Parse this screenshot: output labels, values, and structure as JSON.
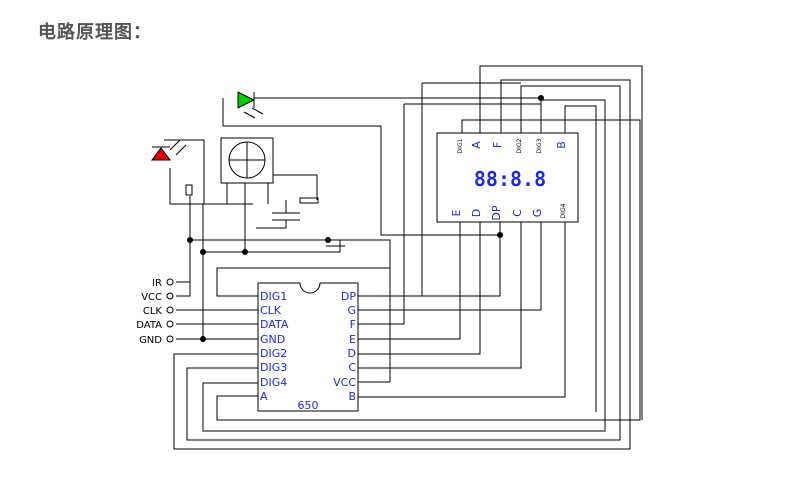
{
  "title": "电路原理图：",
  "chip": {
    "label": "650",
    "left_pins": [
      "DIG1",
      "CLK",
      "DATA",
      "GND",
      "DIG2",
      "DIG3",
      "DIG4",
      "A"
    ],
    "right_pins": [
      "DP",
      "G",
      "F",
      "E",
      "D",
      "C",
      "VCC",
      "B"
    ]
  },
  "terminals": [
    "IR",
    "VCC",
    "CLK",
    "DATA",
    "GND"
  ],
  "display": {
    "readout": "88:8.8",
    "top_labels": [
      "DIG1",
      "A",
      "F",
      "DIG2",
      "DIG3",
      "B"
    ],
    "bottom_labels": [
      "E",
      "D",
      "DP",
      "C",
      "G",
      "DIG4"
    ]
  },
  "colors": {
    "wire": "#000000",
    "pin_text": "#1f2bd4",
    "led_red": "#e60000",
    "led_green": "#00cc00",
    "title": "#555555"
  }
}
